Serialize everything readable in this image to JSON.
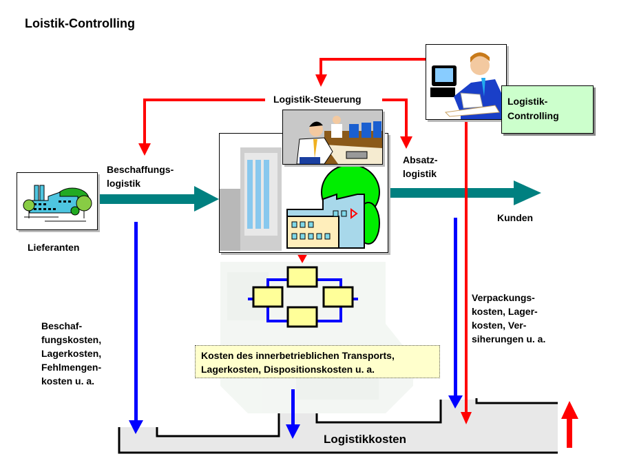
{
  "title": "Loistik-Controlling",
  "nodes": {
    "steuerung": "Logistik-Steuerung",
    "controlling": "Logistik-\nControlling",
    "beschaffung": "Beschaffungs-\nlogistik",
    "absatz": "Absatz-\nlogistik",
    "lieferanten": "Lieferanten",
    "kunden": "Kunden"
  },
  "costs": {
    "beschaffung": "Beschaf-\nfungskosten,\nLagerkosten,\nFehlmengen-\nkosten u. a.",
    "inner": "Kosten des innerbetrieblichen Transports,\nLagerkosten, Dispositionskosten u. a.",
    "absatz": "Verpackungs-\nkosten, Lager-\nkosten, Ver-\nsiherungen u. a.",
    "total": "Logistikkosten"
  },
  "colors": {
    "flow": "#008080",
    "control": "#ff0000",
    "cost": "#0000ff",
    "controlling_box": "#ccffcc",
    "cost_box": "#ffffcc",
    "module": "#ffff99",
    "cost_base": "#e8e8e8"
  },
  "images": {
    "supplier": "factory-with-trees-clipart",
    "controller": "businessman-at-computer-clipart",
    "dispatcher": "man-on-phone-control-room-clipart",
    "company": "office-building-and-factory-clipart"
  }
}
